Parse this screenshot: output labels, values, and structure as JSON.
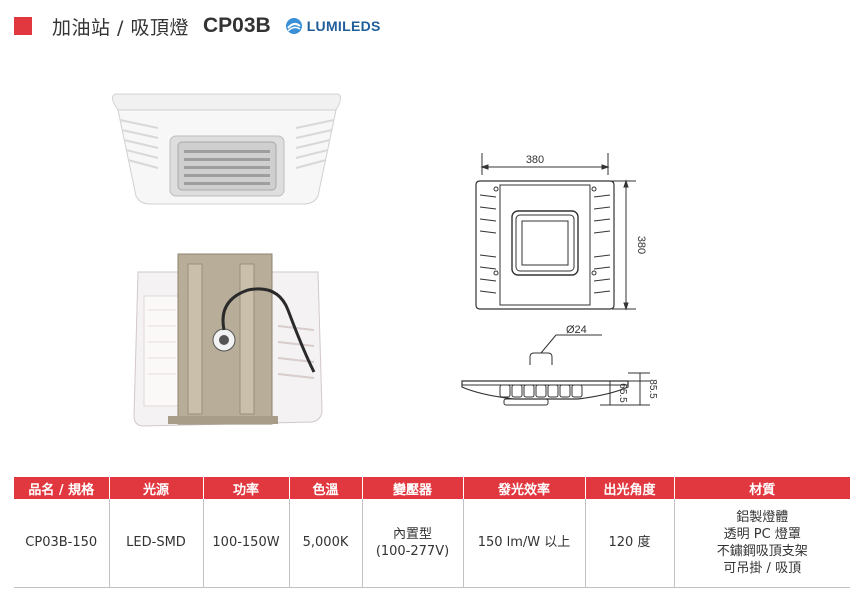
{
  "header": {
    "title": "加油站 / 吸頂燈",
    "model": "CP03B",
    "brand": "LUMILEDS"
  },
  "drawing": {
    "width_dim": "380",
    "height_dim": "380",
    "diameter_dim": "Ø24",
    "depth_dim_1": "65.5",
    "depth_dim_2": "85.5"
  },
  "table": {
    "headers": [
      "品名 / 規格",
      "光源",
      "功率",
      "色溫",
      "變壓器",
      "發光效率",
      "出光角度",
      "材質"
    ],
    "row": {
      "model": "CP03B-150",
      "source": "LED-SMD",
      "power": "100-150W",
      "cct": "5,000K",
      "driver": [
        "內置型",
        "(100-277V)"
      ],
      "efficacy": "150 lm/W 以上",
      "angle": "120 度",
      "material": [
        "鋁製燈體",
        "透明 PC 燈罩",
        "不鏽鋼吸頂支架",
        "可吊掛 / 吸頂"
      ]
    }
  },
  "colors": {
    "accent": "#e0383e",
    "brand": "#1f5e9b"
  }
}
